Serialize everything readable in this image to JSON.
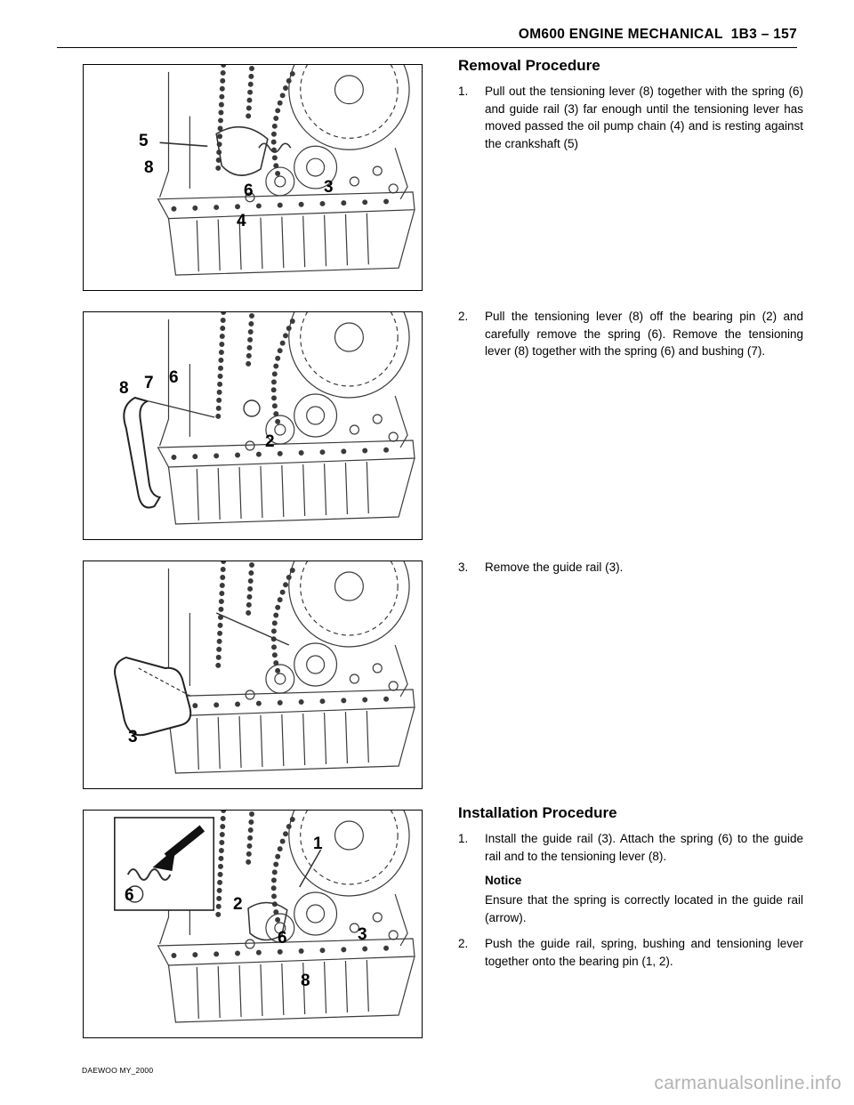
{
  "header": {
    "title": "OM600 ENGINE MECHANICAL",
    "page": "1B3 – 157"
  },
  "removal": {
    "heading": "Removal Procedure",
    "steps": [
      {
        "num": "1.",
        "text": "Pull out the tensioning lever (8) together with the spring (6) and guide rail (3) far enough until the tensioning lever has moved passed the oil pump chain (4) and is resting against the crankshaft (5)"
      },
      {
        "num": "2.",
        "text": "Pull the tensioning lever (8) off the bearing pin (2) and carefully remove the spring (6). Remove the tensioning lever (8) together with the spring (6) and bushing (7)."
      },
      {
        "num": "3.",
        "text": "Remove the guide rail (3)."
      }
    ]
  },
  "installation": {
    "heading": "Installation Procedure",
    "step1": {
      "num": "1.",
      "text": "Install the guide rail (3). Attach the spring (6) to the guide rail and to the tensioning lever (8)."
    },
    "notice_label": "Notice",
    "notice_text": "Ensure that the spring is correctly located in the guide rail (arrow).",
    "step2": {
      "num": "2.",
      "text": "Push the guide rail, spring, bushing and tensioning lever together onto the bearing pin (1, 2)."
    }
  },
  "figures": [
    {
      "name": "figure-1",
      "labels": [
        "5",
        "8",
        "6",
        "3",
        "4"
      ]
    },
    {
      "name": "figure-2",
      "labels": [
        "8",
        "7",
        "6",
        "2"
      ]
    },
    {
      "name": "figure-3",
      "labels": [
        "3"
      ]
    },
    {
      "name": "figure-4",
      "labels": [
        "6",
        "1",
        "2",
        "6",
        "3",
        "8"
      ]
    }
  ],
  "footer": {
    "doc_code": "DAEWOO MY_2000",
    "watermark": "carmanualsonline.info"
  }
}
